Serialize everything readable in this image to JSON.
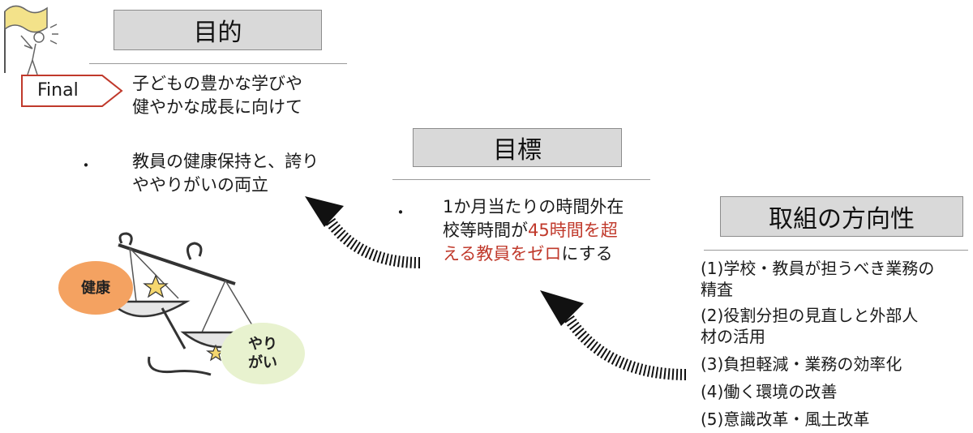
{
  "purpose": {
    "title": "目的",
    "final_tag": "Final",
    "lines": [
      "子どもの豊かな学びや",
      "健やかな成長に向けて"
    ],
    "bullet": "・",
    "goal_lines": [
      "教員の健康保持と、誇り",
      "ややりがいの両立"
    ],
    "scale_labels": {
      "left": "健康",
      "right_line1": "やり",
      "right_line2": "がい"
    }
  },
  "target": {
    "title": "目標",
    "bullet": "・",
    "line1": "1か月当たりの時間外在",
    "line2_black": "校等時間が",
    "line2_red": "45時間を超",
    "line3_red": "える教員をゼロ",
    "line3_black": "にする"
  },
  "direction": {
    "title": "取組の方向性",
    "items": [
      "(1)学校・教員が担うべき業務の",
      "精査",
      "(2)役割分担の見直しと外部人",
      "材の活用",
      "(3)負担軽減・業務の効率化",
      "(4)働く環境の改善",
      "(5)意識改革・風土改革"
    ]
  },
  "colors": {
    "title_box_bg": "#d9d9d9",
    "accent_red": "#c0392b",
    "final_tag_border": "#c0392b",
    "orange_oval": "#f4a261",
    "green_oval": "#e8f2cf"
  }
}
